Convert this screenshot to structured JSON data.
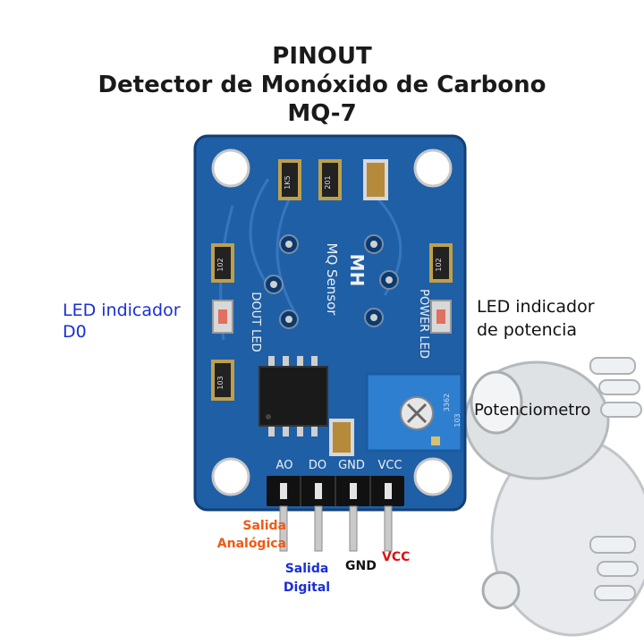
{
  "title": {
    "line1": "PINOUT",
    "line2": "Detector de Monóxido de Carbono",
    "line3": "MQ-7"
  },
  "board": {
    "logo": "MH",
    "sensor_label": "MQ Sensor",
    "dout_label": "DOUT LED",
    "power_label": "POWER LED",
    "pins": [
      "AO",
      "DO",
      "GND",
      "VCC"
    ],
    "resistor_marks": [
      "1K5",
      "201",
      "102",
      "103",
      "102"
    ],
    "pot_marks": [
      "3362",
      "103"
    ]
  },
  "labels": {
    "led_do_line1": "LED indicador",
    "led_do_line2": "D0",
    "led_power_line1": "LED indicador",
    "led_power_line2": "de potencia",
    "potentiometer": "Potenciometro",
    "analog_line1": "Salida",
    "analog_line2": "Analógica",
    "digital_line1": "Salida",
    "digital_line2": "Digital",
    "gnd": "GND",
    "vcc": "VCC"
  },
  "colors": {
    "board": "#1f5fa6",
    "led_do_text": "#1a2fd6",
    "analog_text": "#f05a14",
    "digital_text": "#1a2fd6",
    "vcc_text": "#e01010",
    "gnd_text": "#111111"
  }
}
